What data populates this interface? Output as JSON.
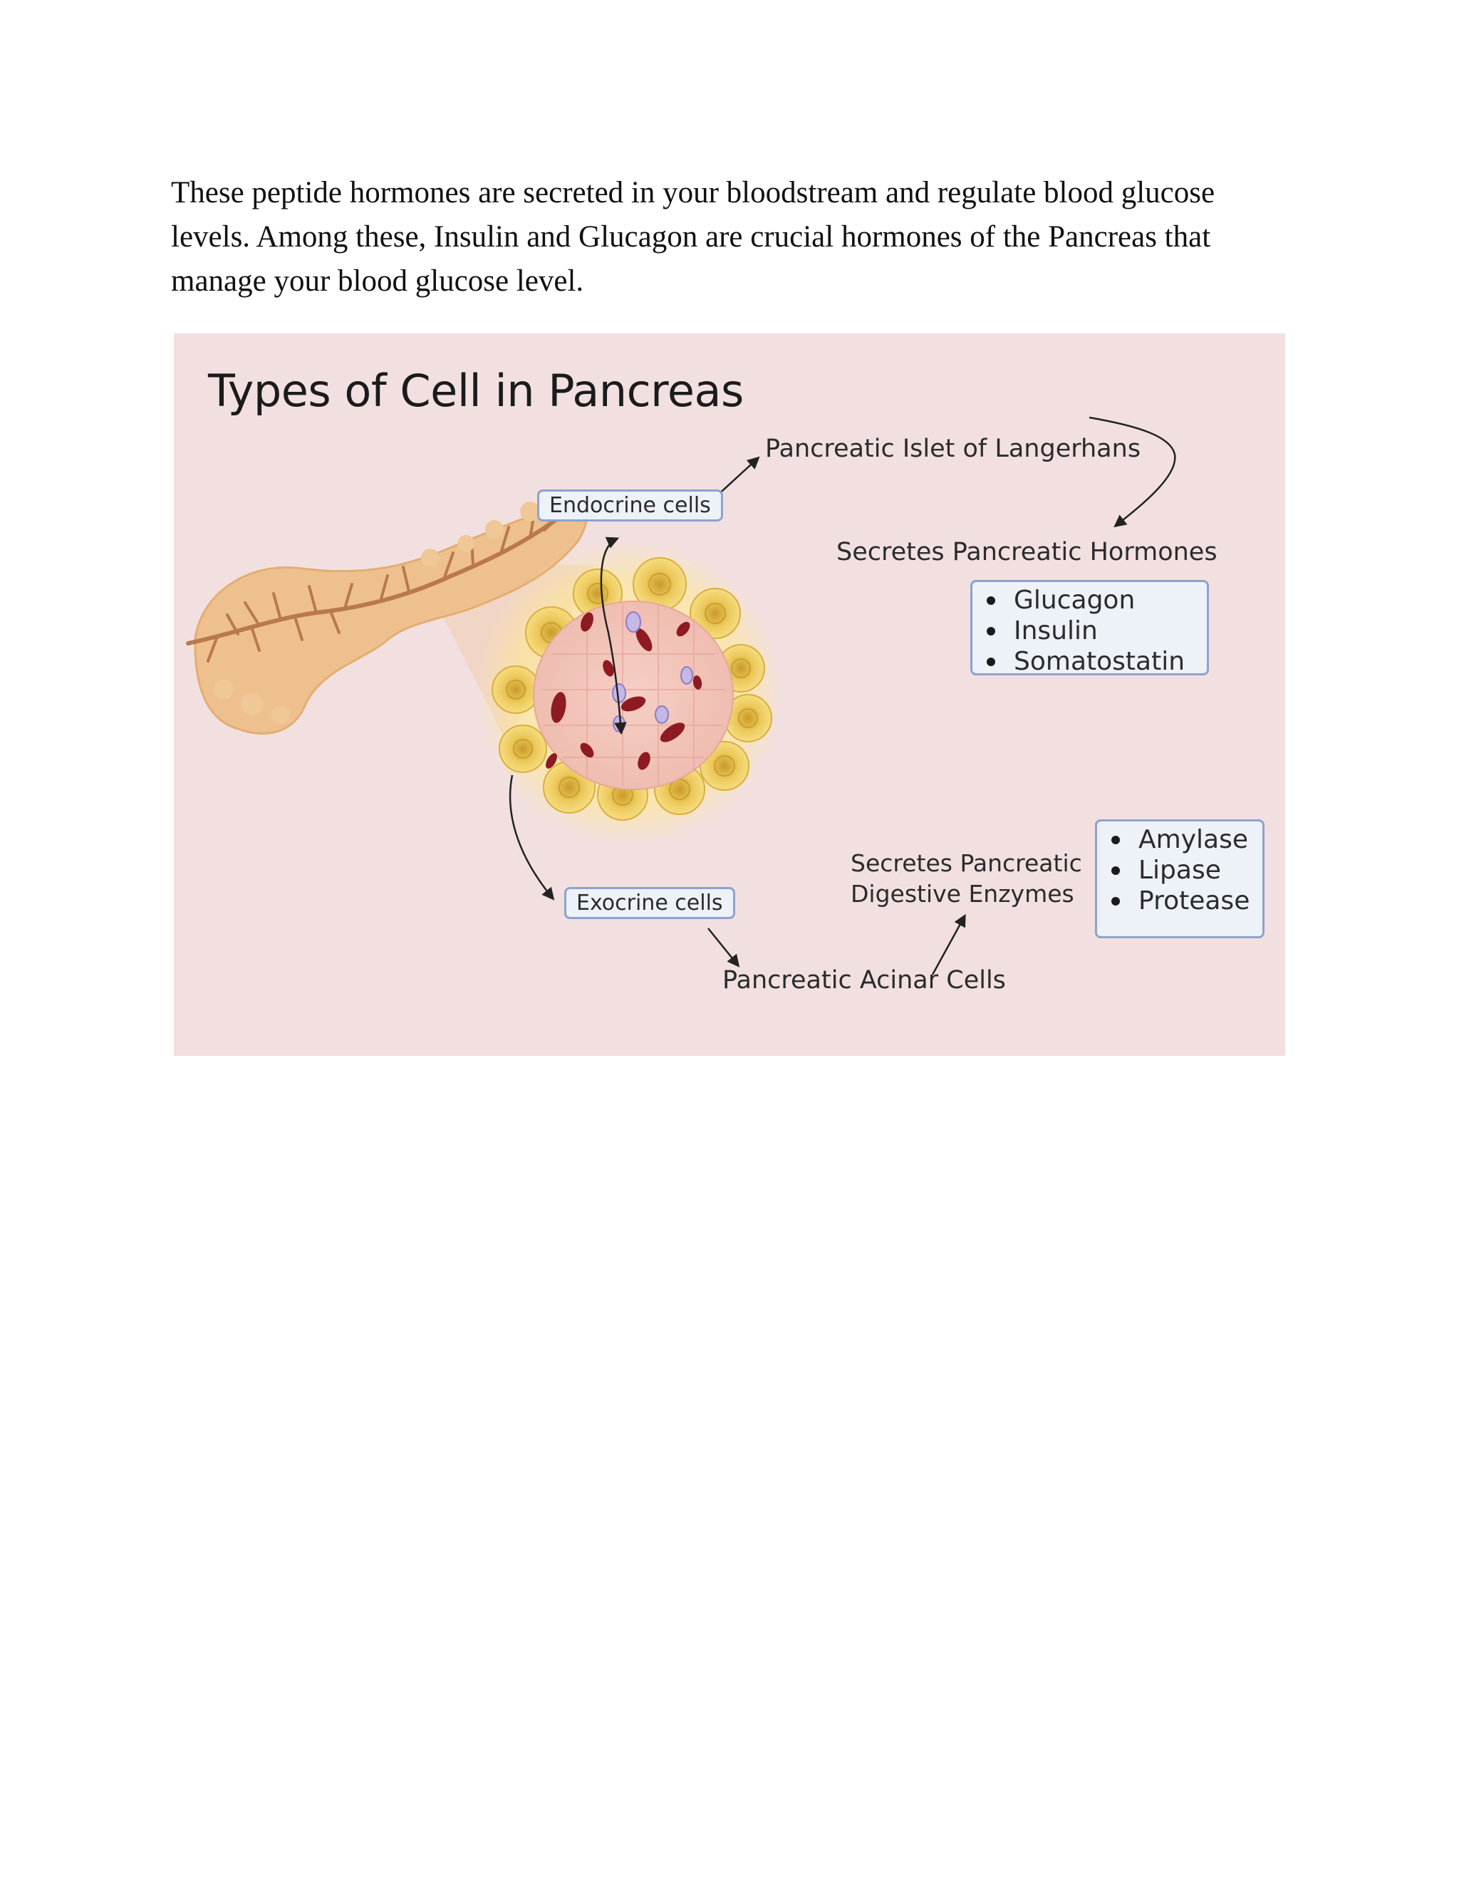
{
  "document": {
    "paragraph": "These peptide hormones are secreted in your bloodstream and regulate blood glucose levels. Among these, Insulin and Glucagon are crucial hormones of the Pancreas that manage your blood glucose level."
  },
  "figure": {
    "title": "Types of Cell in Pancreas",
    "labels": {
      "islet": "Pancreatic Islet of Langerhans",
      "secretes_hormones": "Secretes Pancreatic Hormones",
      "endocrine": "Endocrine cells",
      "exocrine": "Exocrine cells",
      "secretes_enzymes_line1": "Secretes Pancreatic",
      "secretes_enzymes_line2": "Digestive Enzymes",
      "acinar": "Pancreatic Acinar Cells"
    },
    "hormones": [
      "Glucagon",
      "Insulin",
      "Somatostatin"
    ],
    "enzymes": [
      "Amylase",
      "Lipase",
      "Protease"
    ],
    "colors": {
      "background": "#f2e0e1",
      "box_fill": "#edf1f8",
      "box_border": "#8ea2cc",
      "pancreas": "#eec08e",
      "acinus": "#eccc5c"
    },
    "icons": [
      "pancreas-illustration",
      "islet-cluster-illustration",
      "arrow-icon"
    ]
  }
}
